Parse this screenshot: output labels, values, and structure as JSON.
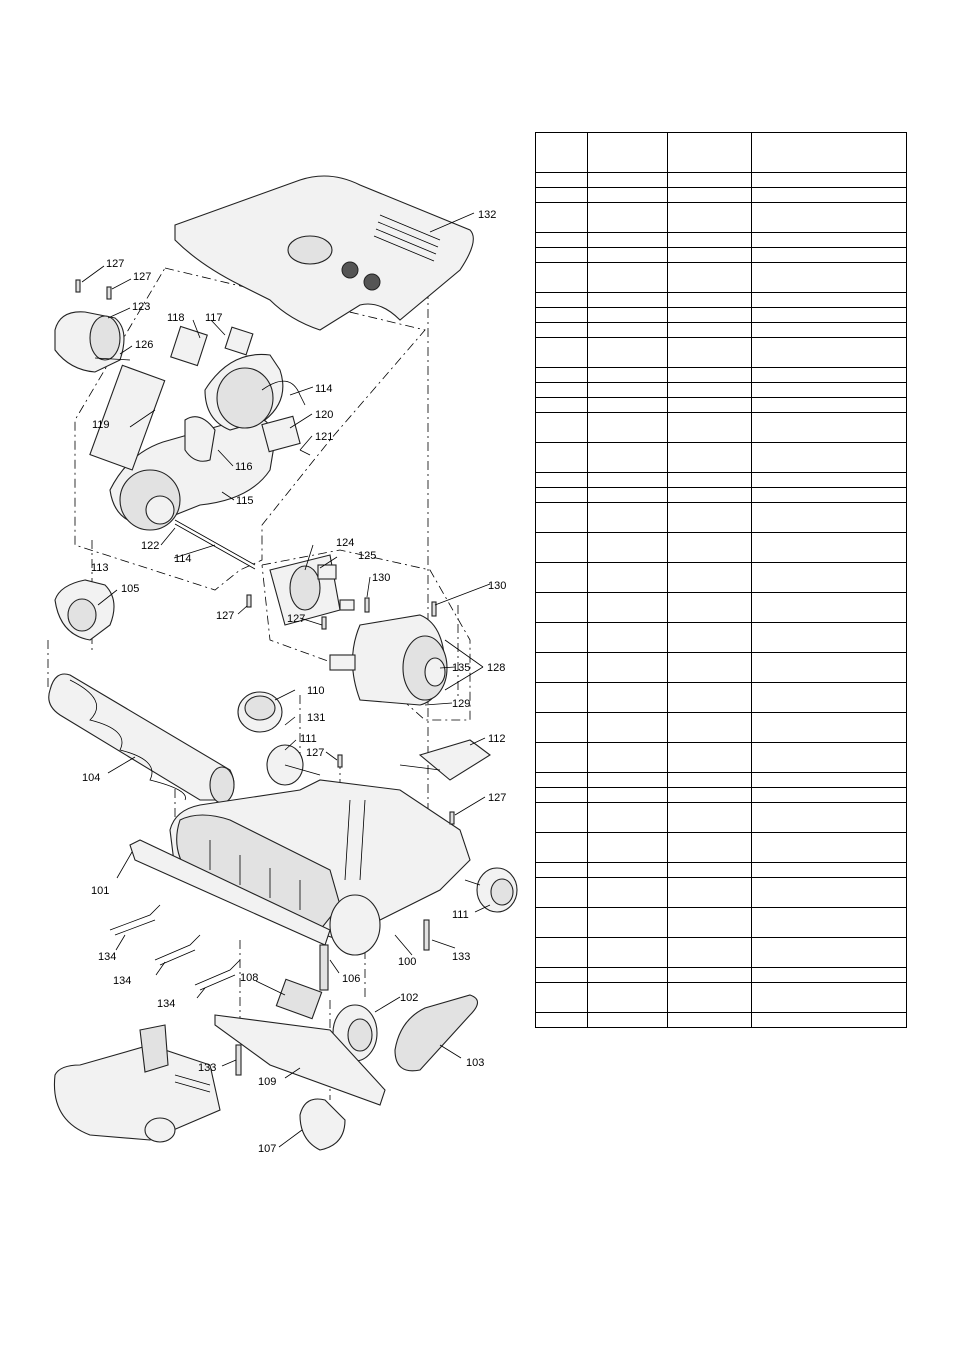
{
  "callouts": {
    "c100": "100",
    "c101": "101",
    "c102": "102",
    "c103": "103",
    "c104": "104",
    "c105": "105",
    "c106": "106",
    "c107": "107",
    "c108": "108",
    "c109": "109",
    "c110": "110",
    "c111a": "111",
    "c111b": "111",
    "c112": "112",
    "c113": "113",
    "c114a": "114",
    "c114b": "114",
    "c115": "115",
    "c116": "116",
    "c117": "117",
    "c118": "118",
    "c119": "119",
    "c120": "120",
    "c121": "121",
    "c122": "122",
    "c123": "123",
    "c124": "124",
    "c125": "125",
    "c126": "126",
    "c127a": "127",
    "c127b": "127",
    "c127c": "127",
    "c127d": "127",
    "c127e": "127",
    "c127f": "127",
    "c128": "128",
    "c129": "129",
    "c130a": "130",
    "c130b": "130",
    "c131": "131",
    "c132": "132",
    "c133a": "133",
    "c133b": "133",
    "c134a": "134",
    "c134b": "134",
    "c134c": "134",
    "c135": "135"
  },
  "parts_table": {
    "columns": 4,
    "row_count": 38,
    "cells": []
  }
}
